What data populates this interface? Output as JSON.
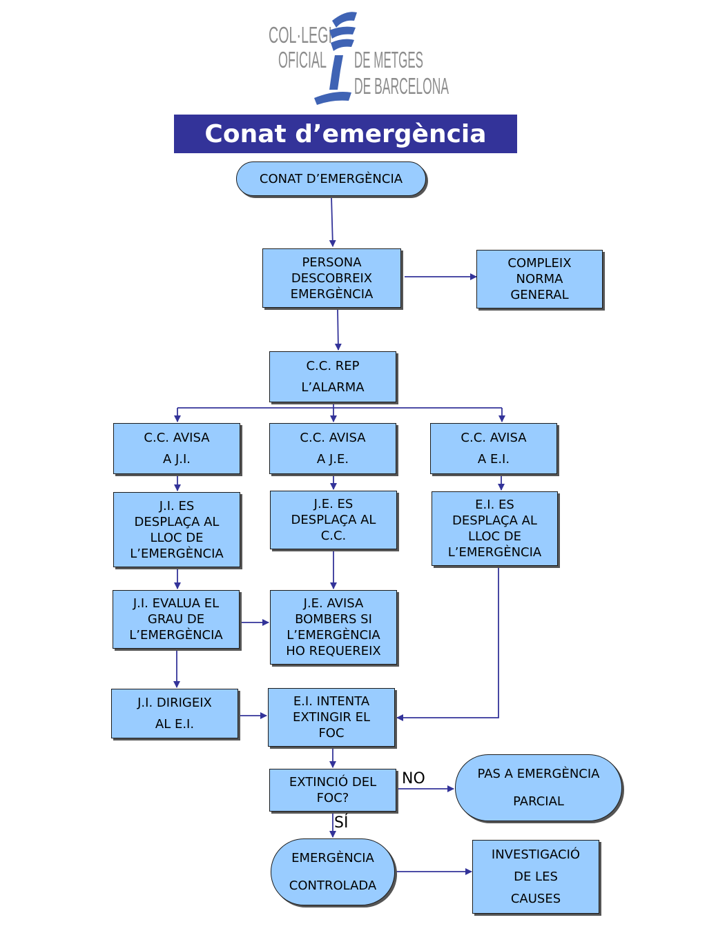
{
  "logo": {
    "line1": "COL·LEGI",
    "line2": "OFICIAL",
    "line3": "DE METGES",
    "line4": "DE BARCELONA"
  },
  "title": "Conat d’emergència",
  "nodes": {
    "start": [
      "CONAT D’EMERGÈNCIA"
    ],
    "persona": [
      "PERSONA",
      "DESCOBREIX",
      "EMERGÈNCIA"
    ],
    "compleix": [
      "COMPLEIX",
      "NORMA",
      "GENERAL"
    ],
    "cc_rep": [
      "C.C. REP",
      "L’ALARMA"
    ],
    "cc_ji": [
      "C.C. AVISA",
      "A J.I."
    ],
    "cc_je": [
      "C.C. AVISA",
      "A J.E."
    ],
    "cc_ei": [
      "C.C. AVISA",
      "A E.I."
    ],
    "ji_desplaca": [
      "J.I. ES",
      "DESPLAÇA AL",
      "LLOC DE",
      "L’EMERGÈNCIA"
    ],
    "je_desplaca": [
      "J.E. ES",
      "DESPLAÇA AL",
      "C.C."
    ],
    "ei_desplaca": [
      "E.I. ES",
      "DESPLAÇA AL",
      "LLOC DE",
      "L’EMERGÈNCIA"
    ],
    "ji_evalua": [
      "J.I. EVALUA EL",
      "GRAU DE",
      "L’EMERGÈNCIA"
    ],
    "je_avisa": [
      "J.E. AVISA",
      "BOMBERS SI",
      "L’EMERGÈNCIA",
      "HO REQUEREIX"
    ],
    "ji_dirigeix": [
      "J.I. DIRIGEIX",
      "AL E.I."
    ],
    "ei_intenta": [
      "E.I. INTENTA",
      "EXTINGIR EL",
      "FOC"
    ],
    "extincio": [
      "EXTINCIÓ DEL",
      "FOC?"
    ],
    "pas": [
      "PAS A EMERGÈNCIA",
      "PARCIAL"
    ],
    "controlada": [
      "EMERGÈNCIA",
      "CONTROLADA"
    ],
    "investigacio": [
      "INVESTIGACIÓ",
      "DE LES",
      "CAUSES"
    ]
  },
  "edge_labels": {
    "no": "NO",
    "si": "SÍ"
  },
  "colors": {
    "box_fill": "#99ccff",
    "title_bar": "#333399",
    "connector": "#333399",
    "logo_blue": "#3f63b4",
    "logo_gray": "#8c8c8c"
  }
}
